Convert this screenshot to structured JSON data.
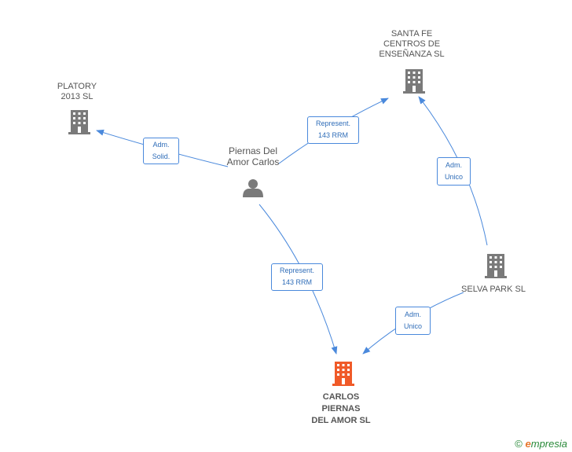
{
  "colors": {
    "edge": "#4a89dc",
    "company_icon": "#7a7a7a",
    "person_icon": "#7a7a7a",
    "focus_icon": "#f05a28",
    "watermark": "#2a8a3a"
  },
  "nodes": {
    "santa_fe": {
      "name_lines": [
        "SANTA FE",
        "CENTROS DE",
        "ENSEÑANZA SL"
      ],
      "icon": "building-icon"
    },
    "platory": {
      "name_lines": [
        "PLATORY",
        "2013 SL"
      ],
      "icon": "building-icon"
    },
    "person": {
      "name_lines": [
        "Piernas Del",
        "Amor Carlos"
      ],
      "icon": "person-icon"
    },
    "selva_park": {
      "name_lines": [
        "SELVA PARK SL"
      ],
      "icon": "building-icon"
    },
    "carlos_piernas": {
      "name_lines": [
        "CARLOS",
        "PIERNAS",
        "DEL AMOR SL"
      ],
      "icon": "building-icon"
    }
  },
  "edges": {
    "person_to_platory": {
      "label_lines": [
        "Adm.",
        "Solid."
      ]
    },
    "person_to_santa_fe": {
      "label_lines": [
        "Represent.",
        "143 RRM"
      ]
    },
    "person_to_carlos": {
      "label_lines": [
        "Represent.",
        "143 RRM"
      ]
    },
    "selva_to_santa_fe": {
      "label_lines": [
        "Adm.",
        "Unico"
      ]
    },
    "selva_to_carlos": {
      "label_lines": [
        "Adm.",
        "Unico"
      ]
    }
  },
  "watermark": {
    "symbol": "©",
    "brand_initial": "e",
    "brand_rest": "mpresia"
  }
}
